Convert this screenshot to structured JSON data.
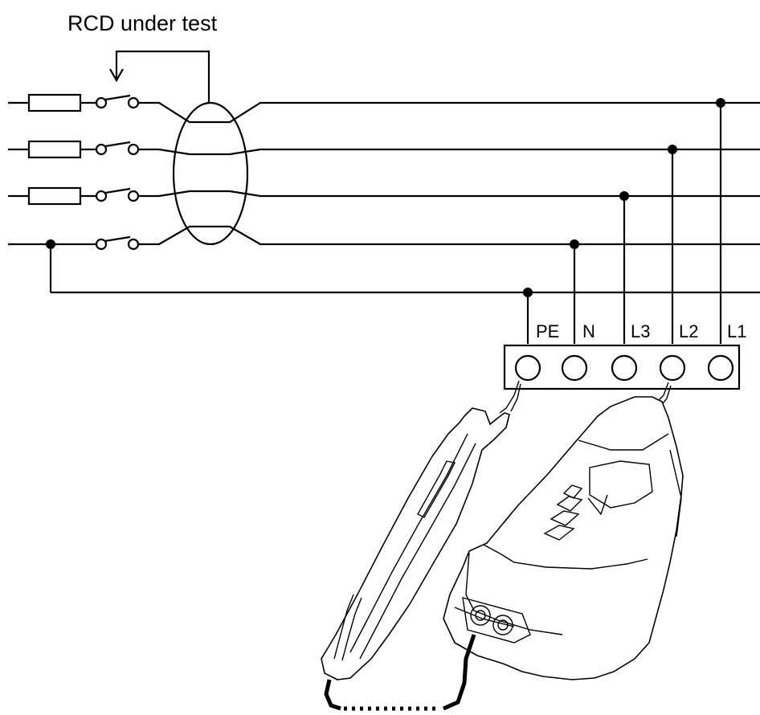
{
  "title": "RCD under test",
  "terminals": [
    {
      "id": "PE",
      "label": "PE"
    },
    {
      "id": "N",
      "label": "N"
    },
    {
      "id": "L3",
      "label": "L3"
    },
    {
      "id": "L2",
      "label": "L2"
    },
    {
      "id": "L1",
      "label": "L1"
    }
  ],
  "colors": {
    "line": "#000000",
    "background": "#ffffff"
  }
}
